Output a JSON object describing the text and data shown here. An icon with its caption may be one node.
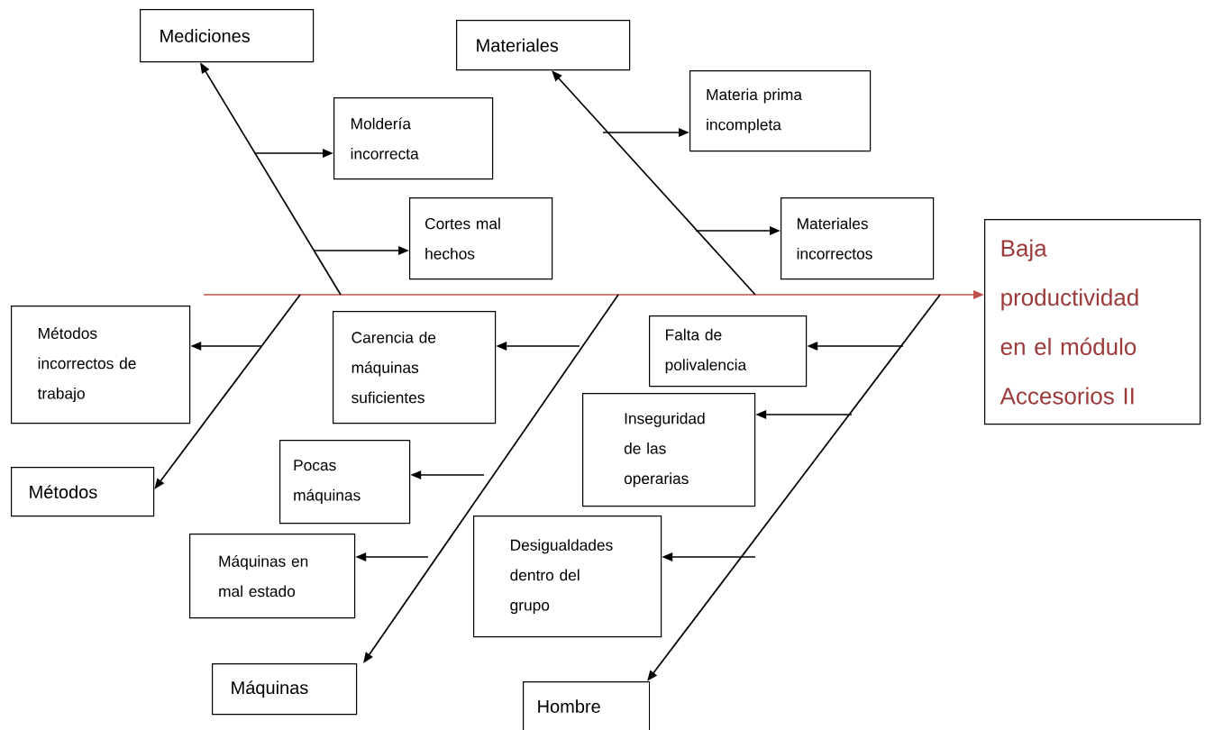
{
  "diagram": {
    "nodes": [
      {
        "text": [
          "Mediciones"
        ]
      },
      {
        "text": [
          "Materiales"
        ]
      },
      {
        "text": [
          "Moldería incorrecta"
        ]
      },
      {
        "text": [
          "Materia prima incompleta"
        ]
      },
      {
        "text": [
          "Cortes mal hechos"
        ]
      },
      {
        "text": [
          "Materiales incorrectos"
        ]
      },
      {
        "text": [
          "Baja productividad en el módulo Accesorios II"
        ]
      },
      {
        "text": [
          "Métodos incorrectos de trabajo"
        ]
      },
      {
        "text": [
          "Carencia de máquinas suficientes"
        ]
      },
      {
        "text": [
          "Falta de polivalencia"
        ]
      },
      {
        "text": [
          "Inseguridad de las operarias"
        ]
      },
      {
        "text": [
          "Pocas máquinas"
        ]
      },
      {
        "text": [
          "Métodos"
        ]
      },
      {
        "text": [
          "Desigualdades dentro del grupo"
        ]
      },
      {
        "text": [
          "Máquinas en mal estado"
        ]
      },
      {
        "text": [
          "Máquinas"
        ]
      },
      {
        "text": [
          "Hombre"
        ]
      }
    ],
    "edges": [
      {
        "from": null,
        "to": 6,
        "arrow": "to",
        "color": "#c0504d"
      },
      {
        "from": null,
        "to": 0,
        "arrow": "to"
      },
      {
        "from": null,
        "to": 1,
        "arrow": "to"
      },
      {
        "from": null,
        "to": 12,
        "arrow": "to"
      },
      {
        "from": null,
        "to": 15,
        "arrow": "to"
      },
      {
        "from": null,
        "to": 16,
        "arrow": "to"
      },
      {
        "from": null,
        "to": 2,
        "arrow": "to"
      },
      {
        "from": null,
        "to": 4,
        "arrow": "to"
      },
      {
        "from": null,
        "to": 3,
        "arrow": "to"
      },
      {
        "from": null,
        "to": 5,
        "arrow": "to"
      },
      {
        "from": null,
        "to": 7,
        "arrow": "to"
      },
      {
        "from": null,
        "to": 8,
        "arrow": "to"
      },
      {
        "from": null,
        "to": 9,
        "arrow": "to"
      },
      {
        "from": null,
        "to": 10,
        "arrow": "to"
      },
      {
        "from": null,
        "to": 11,
        "arrow": "to"
      },
      {
        "from": null,
        "to": 14,
        "arrow": "to"
      },
      {
        "from": null,
        "to": 13,
        "arrow": "to"
      }
    ]
  }
}
